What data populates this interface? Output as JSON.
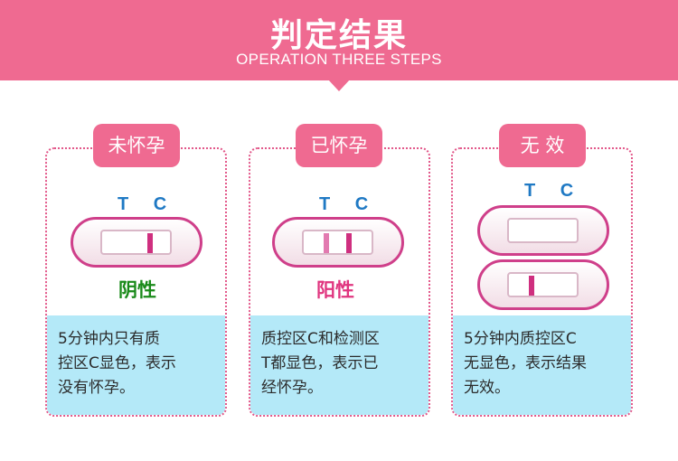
{
  "header": {
    "title": "判定结果",
    "subtitle": "OPERATION THREE STEPS"
  },
  "cards": [
    {
      "label": "未怀孕",
      "tc": "T C",
      "result": "阴性",
      "result_color": "#1a8a1a",
      "desc_lines": [
        "5分钟内只有质",
        "控区C显色，表示",
        "没有怀孕。"
      ]
    },
    {
      "label": "已怀孕",
      "tc": "T C",
      "result": "阳性",
      "result_color": "#e0357f",
      "desc_lines": [
        "质控区C和检测区",
        "T都显色，表示已",
        "经怀孕。"
      ]
    },
    {
      "label": "无 效",
      "tc": "T C",
      "result": "",
      "desc_lines": [
        "5分钟内质控区C",
        "无显色，表示结果",
        "无效。"
      ]
    }
  ],
  "colors": {
    "brand_pink": "#ef6a91",
    "line_magenta": "#cf2f7f",
    "tc_blue": "#1f79c4",
    "desc_bg": "#b4e9f8"
  }
}
